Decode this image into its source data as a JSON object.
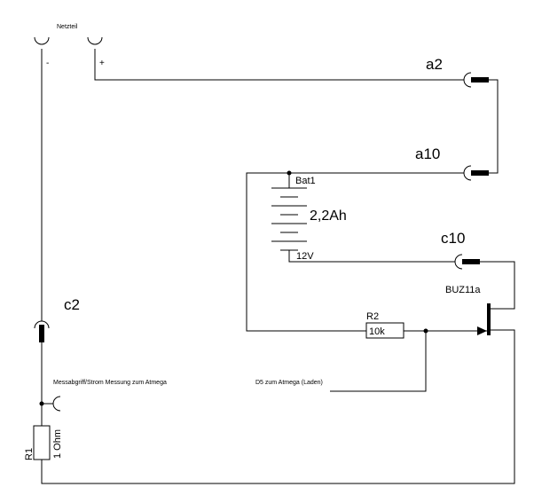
{
  "labels": {
    "netzteil": "Netzteil",
    "minus": "-",
    "plus": "+",
    "a2": "a2",
    "a10": "a10",
    "c10": "c10",
    "c2": "c2",
    "bat_name": "Bat1",
    "bat_capacity": "2,2Ah",
    "bat_voltage": "12V",
    "transistor": "BUZ11a",
    "r2_name": "R2",
    "r2_value": "10k",
    "r1_name": "R1",
    "r1_value": "1 Ohm",
    "messabgriff": "Messabgriff/Strom Messung zum Atmega",
    "d5": "D5 zum Atmega (Laden)"
  },
  "colors": {
    "wire": "#000000",
    "background": "#ffffff"
  }
}
